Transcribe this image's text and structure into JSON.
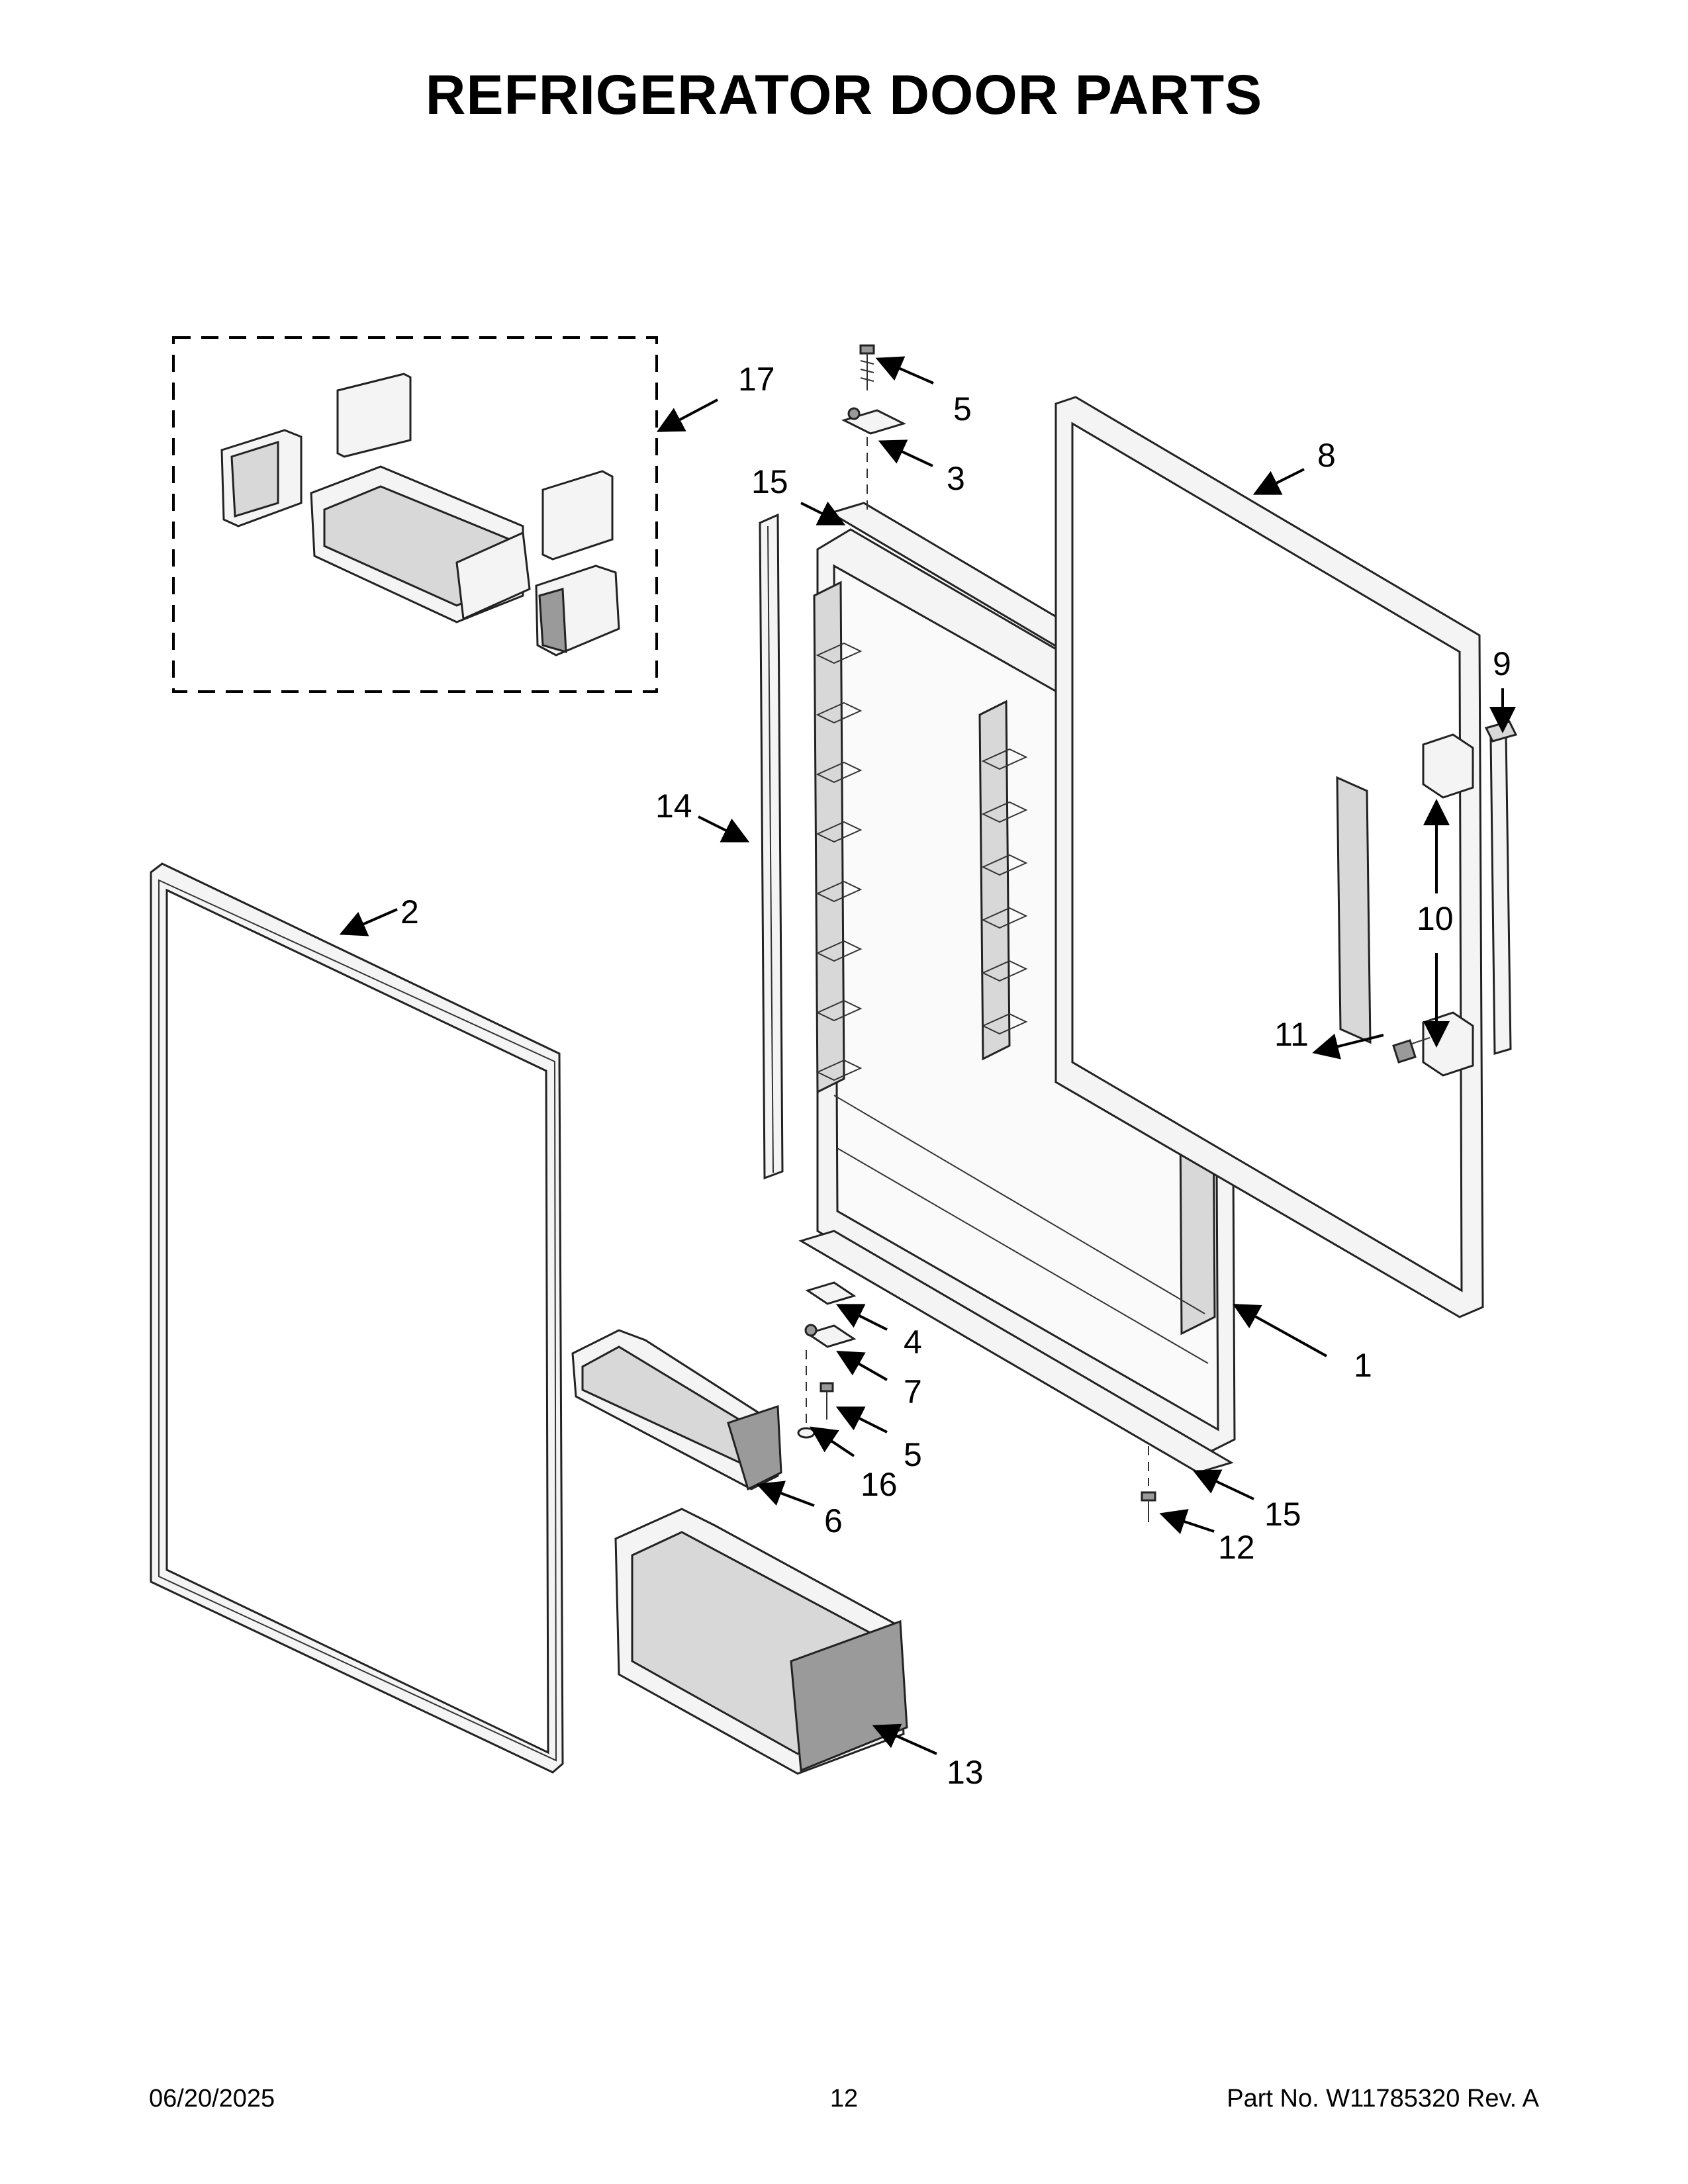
{
  "page": {
    "title": "REFRIGERATOR DOOR PARTS"
  },
  "callouts": [
    {
      "id": "c1",
      "label": "1"
    },
    {
      "id": "c2",
      "label": "2"
    },
    {
      "id": "c3",
      "label": "3"
    },
    {
      "id": "c4",
      "label": "4"
    },
    {
      "id": "c5a",
      "label": "5"
    },
    {
      "id": "c5b",
      "label": "5"
    },
    {
      "id": "c6",
      "label": "6"
    },
    {
      "id": "c7",
      "label": "7"
    },
    {
      "id": "c8",
      "label": "8"
    },
    {
      "id": "c9",
      "label": "9"
    },
    {
      "id": "c10",
      "label": "10"
    },
    {
      "id": "c11",
      "label": "11"
    },
    {
      "id": "c12",
      "label": "12"
    },
    {
      "id": "c13",
      "label": "13"
    },
    {
      "id": "c14",
      "label": "14"
    },
    {
      "id": "c15a",
      "label": "15"
    },
    {
      "id": "c15b",
      "label": "15"
    },
    {
      "id": "c16",
      "label": "16"
    },
    {
      "id": "c17",
      "label": "17"
    }
  ],
  "footer": {
    "date": "06/20/2025",
    "page_number": "12",
    "part_number": "Part No.  W11785320  Rev.  A"
  }
}
